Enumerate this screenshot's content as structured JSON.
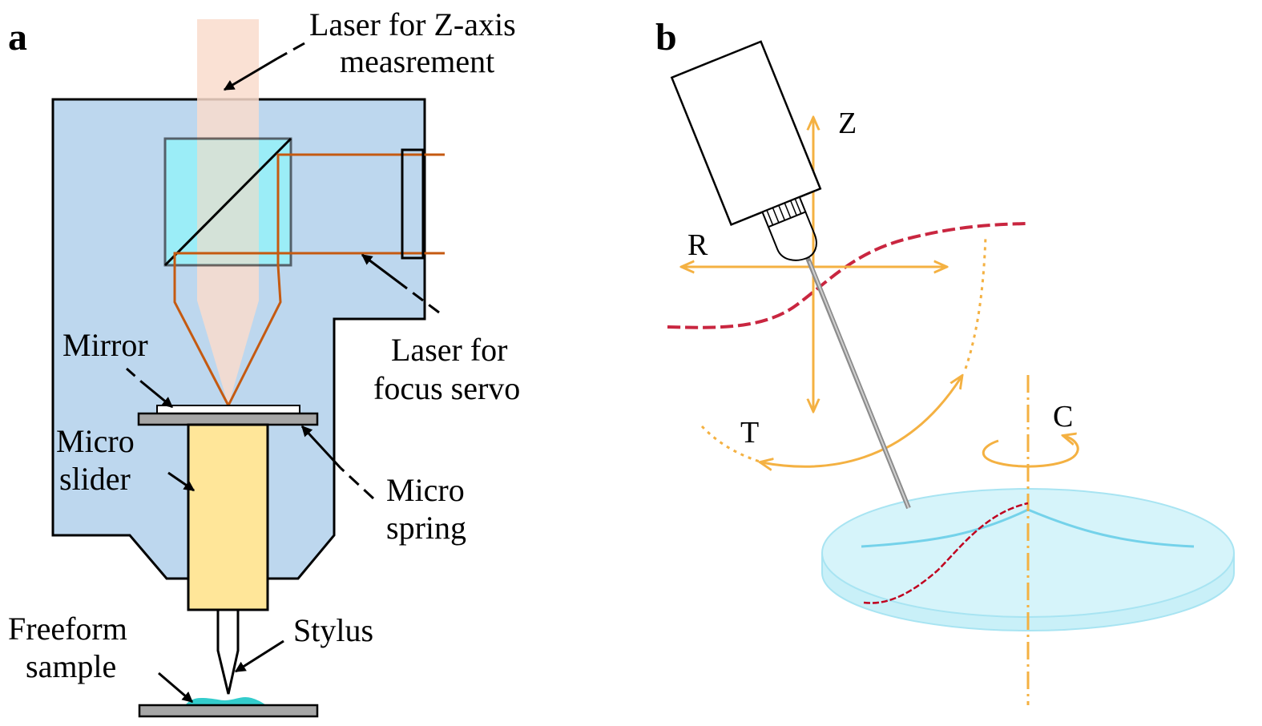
{
  "panel_a": {
    "letter": "a",
    "laser_z": [
      "Laser for Z-axis",
      "measrement"
    ],
    "laser_focus": [
      "Laser for",
      "focus servo"
    ],
    "mirror": "Mirror",
    "micro_slider": [
      "Micro",
      "slider"
    ],
    "micro_spring": [
      "Micro",
      "spring"
    ],
    "freeform_sample": [
      "Freeform",
      "sample"
    ],
    "stylus": "Stylus"
  },
  "panel_b": {
    "letter": "b",
    "axis_z": "Z",
    "axis_r": "R",
    "axis_t": "T",
    "axis_c": "C"
  },
  "colors": {
    "housing": "#bdd7ee",
    "beam": "#f9dccc",
    "cube": "#80ffff",
    "slider": "#ffe699",
    "focus_laser": "#c55a11",
    "gray": "#a6a6a6",
    "sample": "#33cccc",
    "orange": "#f4b142",
    "red_path": "#c0001f",
    "disk": "#c9f0f8"
  }
}
